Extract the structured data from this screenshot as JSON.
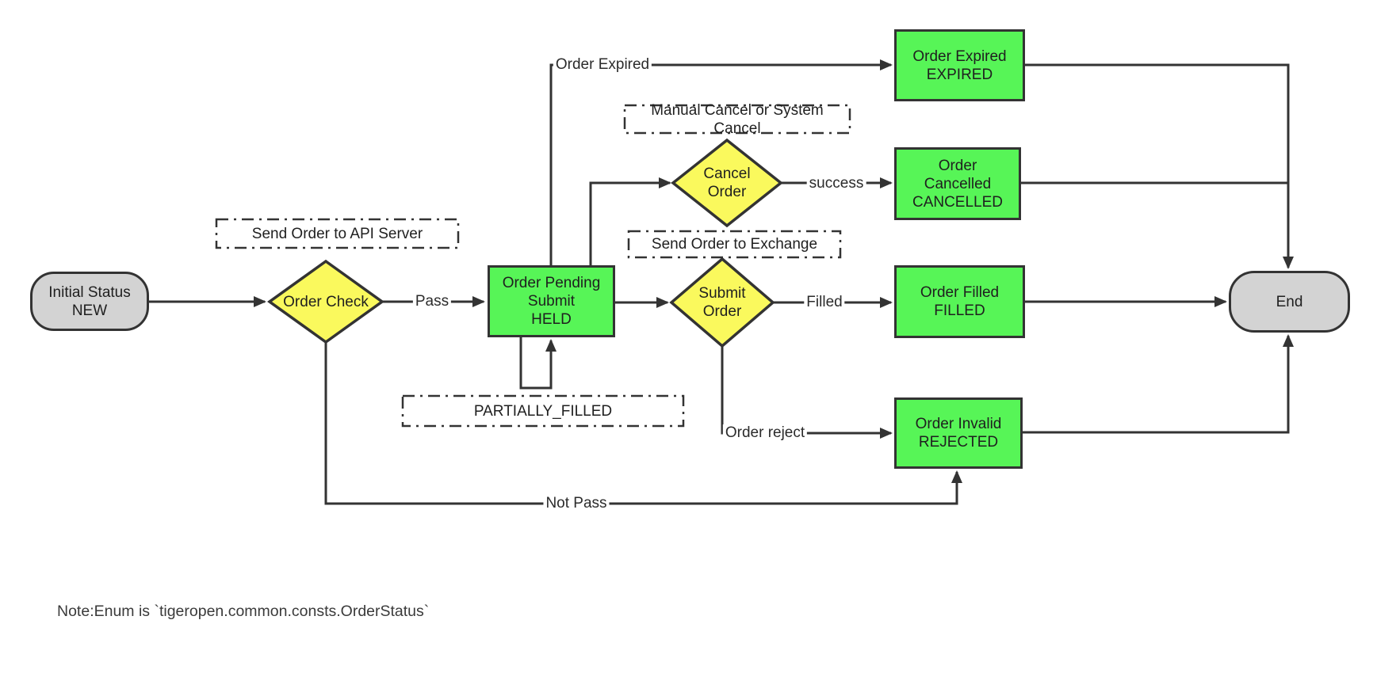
{
  "diagram": {
    "nodes": {
      "initial": {
        "lines": [
          "Initial Status",
          "NEW"
        ]
      },
      "order_check": {
        "lines": [
          "Order Check"
        ]
      },
      "held": {
        "lines": [
          "Order Pending",
          "Submit",
          "HELD"
        ]
      },
      "cancel_order": {
        "lines": [
          "Cancel",
          "Order"
        ]
      },
      "submit_order": {
        "lines": [
          "Submit",
          "Order"
        ]
      },
      "expired": {
        "lines": [
          "Order Expired",
          "EXPIRED"
        ]
      },
      "cancelled": {
        "lines": [
          "Order",
          "Cancelled",
          "CANCELLED"
        ]
      },
      "filled": {
        "lines": [
          "Order Filled",
          "FILLED"
        ]
      },
      "rejected": {
        "lines": [
          "Order Invalid",
          "REJECTED"
        ]
      },
      "end": {
        "lines": [
          "End"
        ]
      }
    },
    "annotations": {
      "api_server": "Send Order to API Server",
      "manual_cancel": {
        "lines": [
          "Manual Cancel or System",
          "Cancel"
        ]
      },
      "exchange": "Send Order to Exchange",
      "partially_filled": "PARTIALLY_FILLED"
    },
    "edge_labels": {
      "pass": "Pass",
      "not_pass": "Not Pass",
      "order_expired": "Order Expired",
      "success": "success",
      "filled": "Filled",
      "order_reject": "Order reject"
    },
    "note": "Note:Enum is `tigeropen.common.consts.OrderStatus`",
    "colors": {
      "state_fill": "#57f557",
      "decision_fill": "#faf95d",
      "terminal_fill": "#d3d3d3",
      "stroke": "#333333"
    }
  }
}
